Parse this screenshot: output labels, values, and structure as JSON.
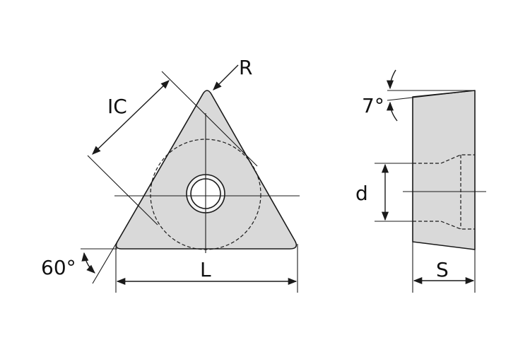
{
  "labels": {
    "ic": "IC",
    "r": "R",
    "angle_60": "60°",
    "l": "L",
    "angle_7": "7°",
    "d": "d",
    "s": "S"
  }
}
